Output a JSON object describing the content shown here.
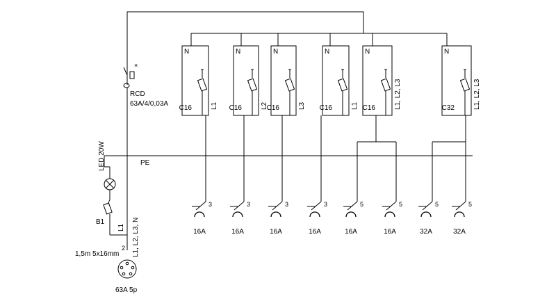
{
  "rcd": {
    "label": "RCD",
    "rating": "63A/4/0,03A"
  },
  "pe_label": "PE",
  "lamp_label": "LED 20W",
  "fuse_b1": {
    "name": "B1",
    "phase": "L1"
  },
  "supply": {
    "conductors": "L1, L2, L3, N",
    "cable": "1,5m 5x16mm",
    "cable_sup": "2",
    "plug": "63A 5p"
  },
  "breakers": [
    {
      "n": "N",
      "rating": "C16",
      "phase": "L1"
    },
    {
      "n": "N",
      "rating": "C16",
      "phase": "L2"
    },
    {
      "n": "N",
      "rating": "C16",
      "phase": "L3"
    },
    {
      "n": "N",
      "rating": "C16",
      "phase": "L1"
    },
    {
      "n": "N",
      "rating": "C16",
      "phase": "L1, L2, L3"
    },
    {
      "n": "N",
      "rating": "C32",
      "phase": "L1, L2, L3"
    }
  ],
  "sockets": [
    {
      "poles": "3",
      "rating": "16A"
    },
    {
      "poles": "3",
      "rating": "16A"
    },
    {
      "poles": "3",
      "rating": "16A"
    },
    {
      "poles": "3",
      "rating": "16A"
    },
    {
      "poles": "5",
      "rating": "16A"
    },
    {
      "poles": "5",
      "rating": "16A"
    },
    {
      "poles": "5",
      "rating": "32A"
    },
    {
      "poles": "5",
      "rating": "32A"
    }
  ]
}
